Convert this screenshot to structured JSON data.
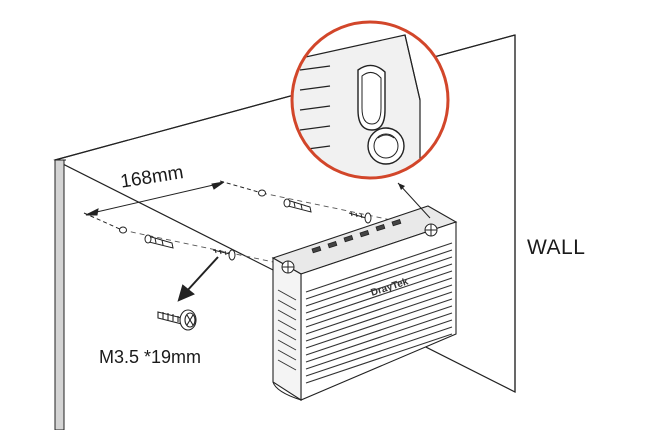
{
  "labels": {
    "spacing": "168mm",
    "screw_size": "M3.5 *19mm",
    "wall": "WALL",
    "brand": "DrayTek"
  },
  "colors": {
    "callout_circle": "#d2462a",
    "line": "#222222",
    "wall_shadow": "#cfcfcf"
  }
}
